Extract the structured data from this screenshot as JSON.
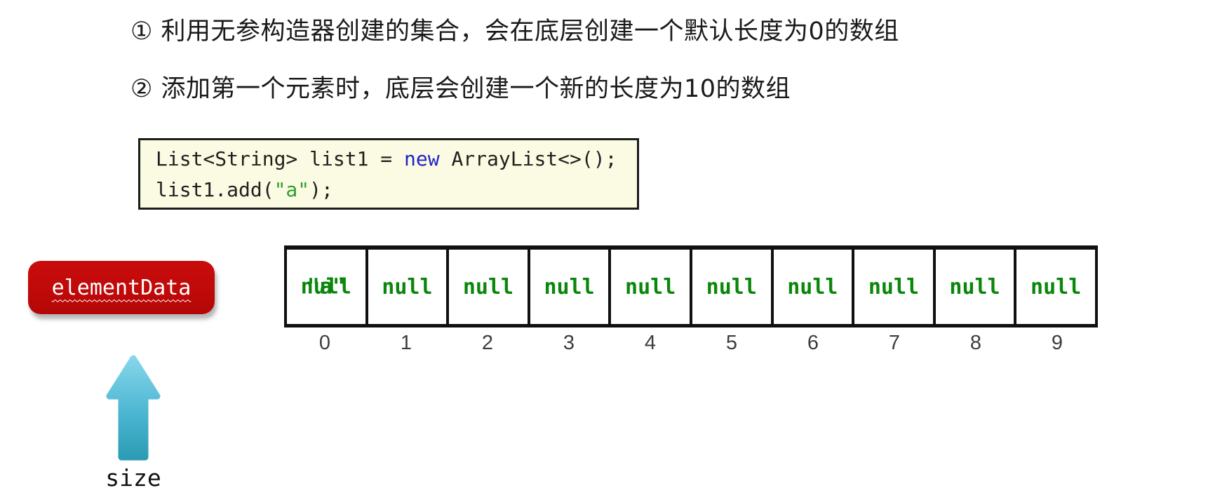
{
  "notes": [
    "① 利用无参构造器创建的集合，会在底层创建一个默认长度为0的数组",
    "② 添加第一个元素时，底层会创建一个新的长度为10的数组"
  ],
  "code": {
    "line1": [
      "List<String> list1 = ",
      "new",
      " ArrayList<>();"
    ],
    "line2": [
      "list1.add(",
      "\"a\"",
      ");"
    ]
  },
  "pointer": {
    "label": "elementData"
  },
  "array": {
    "cells": [
      [
        "null",
        "\"a\""
      ],
      [
        "null"
      ],
      [
        "null"
      ],
      [
        "null"
      ],
      [
        "null"
      ],
      [
        "null"
      ],
      [
        "null"
      ],
      [
        "null"
      ],
      [
        "null"
      ],
      [
        "null"
      ]
    ],
    "indices": [
      "0",
      "1",
      "2",
      "3",
      "4",
      "5",
      "6",
      "7",
      "8",
      "9"
    ]
  },
  "size": {
    "label": "size"
  },
  "colors": {
    "keyword_blue": "#1f22c8",
    "string_green": "#2f9e2f",
    "null_green": "#0a870a",
    "code_background": "#fbfbe3",
    "badge_red": "#c00a0a",
    "arrow_gradient_top": "#84d6ea",
    "arrow_gradient_bottom": "#2d9cb5",
    "index_gray": "#3d3d3d"
  }
}
